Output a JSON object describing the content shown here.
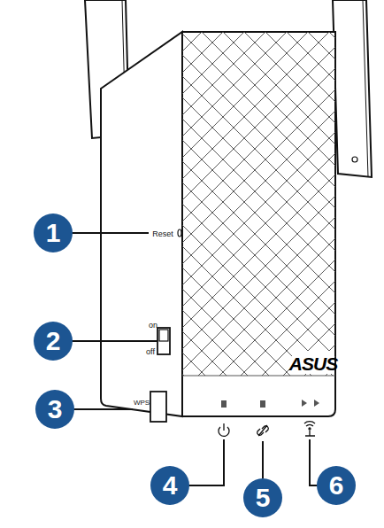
{
  "diagram": {
    "labels": [
      "1",
      "2",
      "3",
      "4",
      "5",
      "6",
      "Reset",
      "on",
      "off",
      "WPS",
      "ASUS"
    ]
  }
}
